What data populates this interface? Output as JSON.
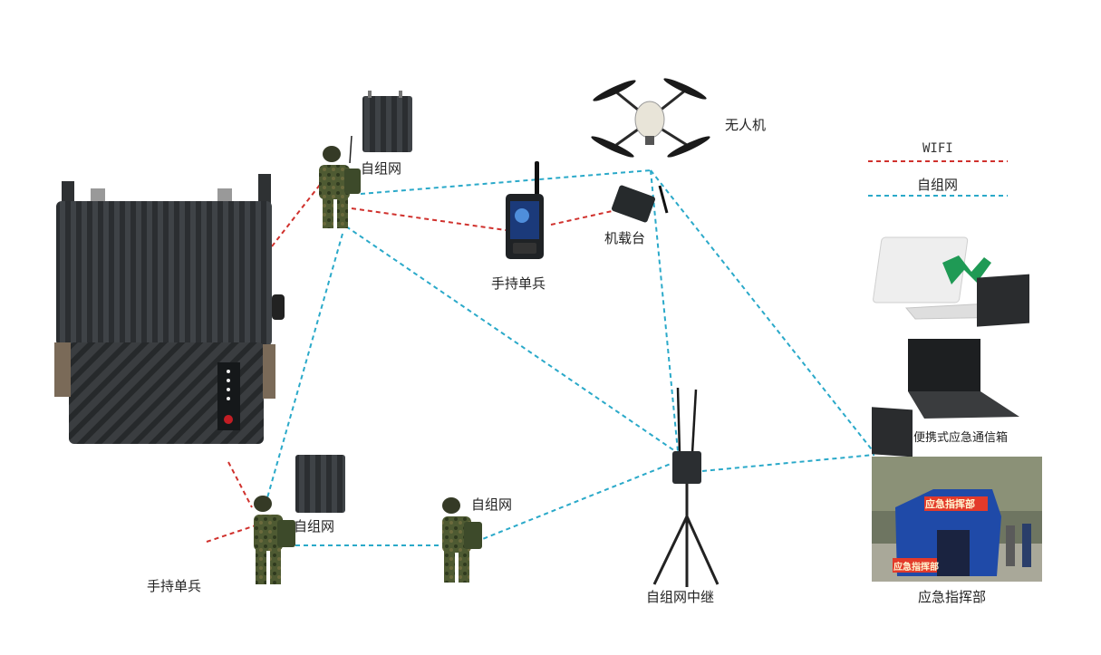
{
  "legend": {
    "wifi_label": "WIFI",
    "wifi_color": "#d0312d",
    "adhoc_label": "自组网",
    "adhoc_color": "#2aa9c9"
  },
  "labels": {
    "drone": "无人机",
    "soldier_top": "自组网",
    "handheld_top": "手持单兵",
    "vehicle": "机载台",
    "soldier_bottom_left": "自组网",
    "soldier_bottom_mid": "自组网",
    "handheld_bottom": "手持单兵",
    "relay": "自组网中继",
    "portable_box": "便携式应急通信箱",
    "command_post": "应急指挥部",
    "tent_sign_top": "应急指挥部",
    "tent_sign_side": "应急指挥部"
  },
  "icons": {
    "main_unit": "mesh-radio-unit-icon",
    "backpack": "backpack-radio-icon",
    "soldier": "soldier-icon",
    "handheld": "handheld-radio-icon",
    "drone": "drone-icon",
    "vehicle": "vehicle-radio-icon",
    "satellite": "satellite-antenna-icon",
    "laptop": "rugged-laptop-icon",
    "relay": "relay-tripod-icon",
    "tent": "command-tent-icon"
  }
}
